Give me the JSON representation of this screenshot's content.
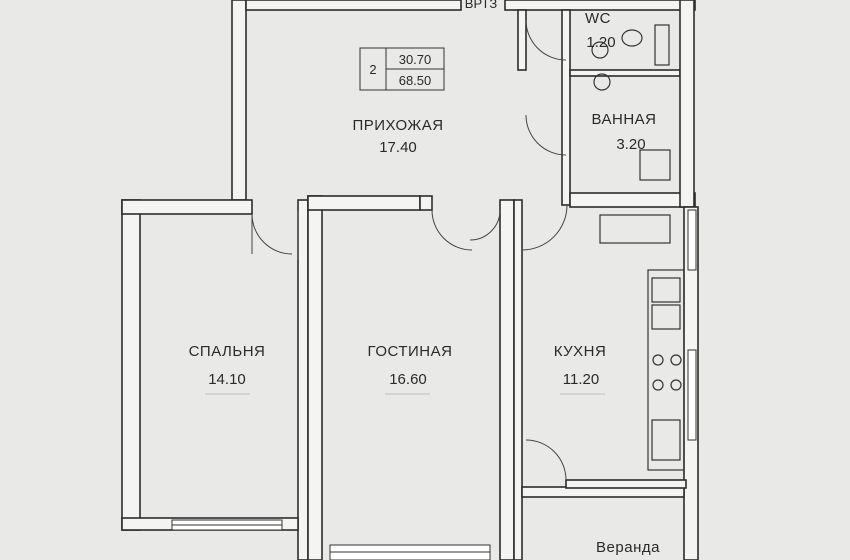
{
  "apartment": {
    "rooms_count": "2",
    "area_living": "30.70",
    "area_total": "68.50"
  },
  "rooms": {
    "hall": {
      "name": "ПРИХОЖАЯ",
      "area": "17.40"
    },
    "wc": {
      "name": "WC",
      "area": "1.20"
    },
    "bath": {
      "name": "ВАННАЯ",
      "area": "3.20"
    },
    "bedroom": {
      "name": "СПАЛЬНЯ",
      "area": "14.10"
    },
    "living": {
      "name": "ГОСТИНАЯ",
      "area": "16.60"
    },
    "kitchen": {
      "name": "КУХНЯ",
      "area": "11.20"
    },
    "veranda": {
      "name": "Веранда"
    }
  },
  "top_cut_text": "ВРТЗ",
  "colors": {
    "background": "#e9e9e7",
    "wall": "#f4f4f2",
    "line": "#2c2c2c"
  }
}
